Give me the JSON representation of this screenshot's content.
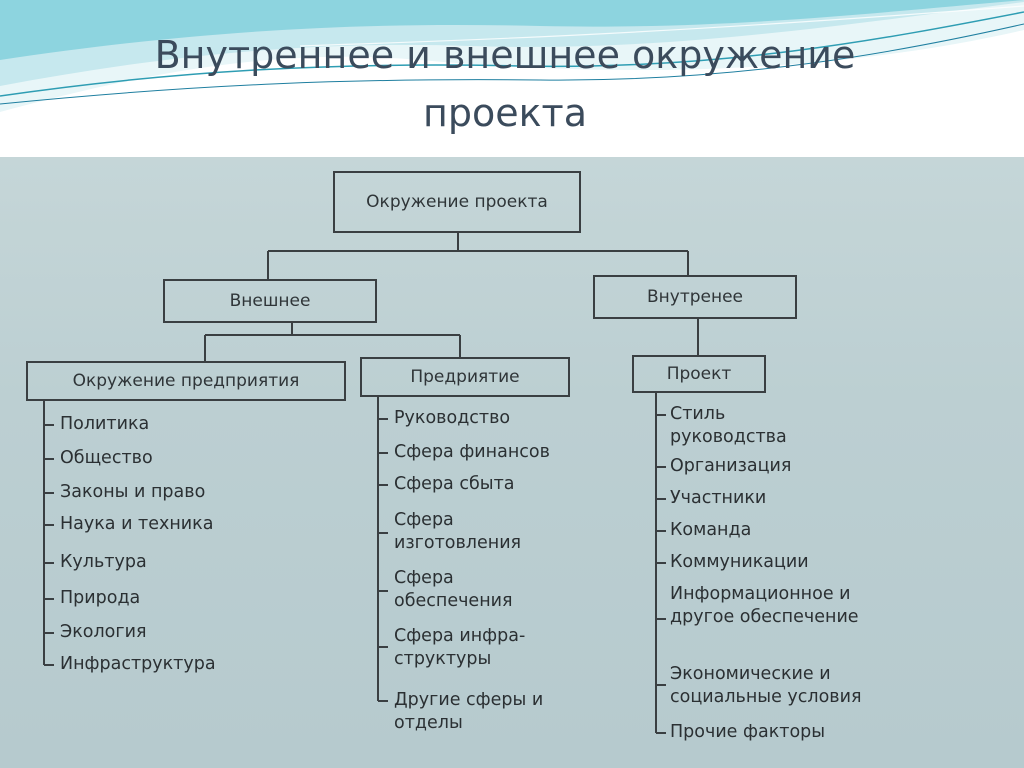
{
  "title": {
    "line1": "Внутреннее и внешнее окружение",
    "line2": "проекта"
  },
  "diagram": {
    "root": "Окружение проекта",
    "external": {
      "label": "Внешнее",
      "groups": [
        {
          "label": "Окружение предприятия",
          "items": [
            "Политика",
            "Общество",
            "Законы и право",
            "Наука и техника",
            "Культура",
            "Природа",
            "Экология",
            "Инфраструктура"
          ]
        },
        {
          "label": "Предриятие",
          "items": [
            "Руководство",
            "Сфера финансов",
            "Сфера сбыта",
            "Сфера изготовления",
            "Сфера обеспечения",
            "Сфера инфра-структуры",
            "Другие сферы и отделы"
          ]
        }
      ]
    },
    "internal": {
      "label": "Внутренее",
      "groups": [
        {
          "label": "Проект",
          "items": [
            "Стиль руководства",
            "Организация",
            "Участники",
            "Команда",
            "Коммуникации",
            "Информационное и другое обеспечение",
            "Экономические и социальные условия",
            "Прочие факторы"
          ]
        }
      ]
    }
  }
}
